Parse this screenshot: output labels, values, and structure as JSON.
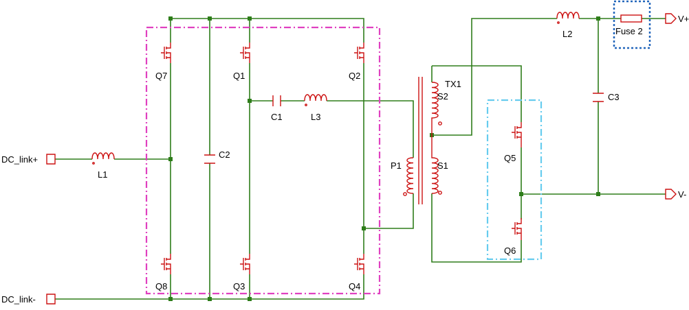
{
  "colors": {
    "wire": "#2e7d1a",
    "component": "#cc1111",
    "magenta_box": "#e040c0",
    "cyan_box": "#66ccee",
    "blue_box": "#2266bb",
    "text": "#000000"
  },
  "terminals": {
    "dc_link_pos": "DC_link+",
    "dc_link_neg": "DC_link-",
    "v_pos": "V+",
    "v_neg": "V-"
  },
  "labels": {
    "L1": "L1",
    "L2": "L2",
    "L3": "L3",
    "C1": "C1",
    "C2": "C2",
    "C3": "C3",
    "Q1": "Q1",
    "Q2": "Q2",
    "Q3": "Q3",
    "Q4": "Q4",
    "Q5": "Q5",
    "Q6": "Q6",
    "Q7": "Q7",
    "Q8": "Q8",
    "TX1": "TX1",
    "P1": "P1",
    "S1": "S1",
    "S2": "S2",
    "fuse": "Fuse 2"
  }
}
